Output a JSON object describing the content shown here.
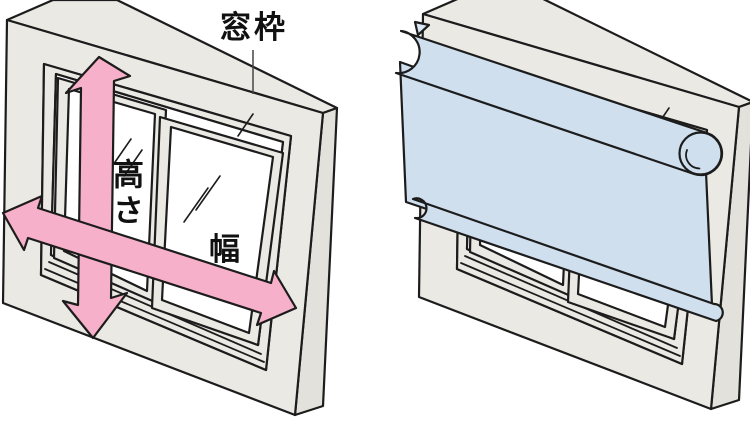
{
  "left_diagram": {
    "frame_label": "窓枠",
    "height_label": "高さ",
    "width_label": "幅"
  },
  "right_diagram": {
    "description_labels": []
  },
  "colors": {
    "arrow_pink": "#f6b0c9",
    "blind_blue": "#cfdfee",
    "frame_gray": "#eae9e4",
    "frame_side_gray": "#e2e1db",
    "outline_black": "#1c1c1c"
  }
}
